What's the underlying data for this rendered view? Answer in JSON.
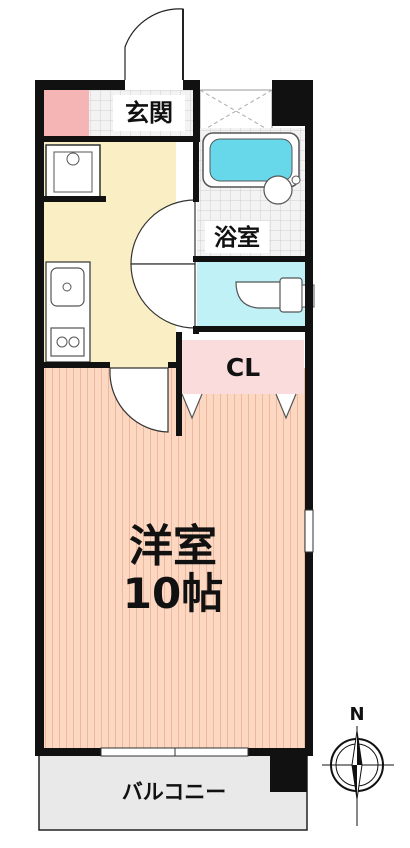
{
  "rooms": {
    "entrance": "玄関",
    "bath": "浴室",
    "closet": "CL",
    "western_room_name": "洋室",
    "western_room_size": "10帖",
    "balcony": "バルコニー"
  },
  "compass": {
    "north_label": "N"
  },
  "colors": {
    "wall": "#111111",
    "western_room": "#fcd8c3",
    "kitchen": "#faeec5",
    "closet": "#fbdcdc",
    "entrance_accent": "#f5b5b5",
    "unit_bath": "#bff1f6",
    "fixture_blue": "#66d8ea",
    "balcony": "#e9e9e9"
  }
}
